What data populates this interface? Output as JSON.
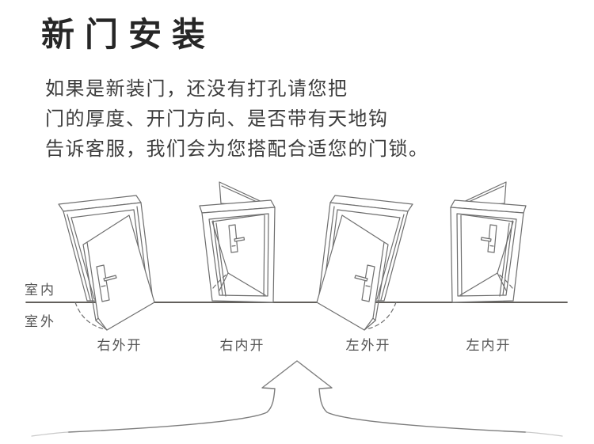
{
  "title": "新门安装",
  "description": [
    "如果是新装门，还没有打孔请您把",
    "门的厚度、开门方向、是否带有天地钩",
    "告诉客服，我们会为您搭配合适您的门锁。"
  ],
  "ground": {
    "indoor": "室内",
    "outdoor": "室外"
  },
  "doors": [
    {
      "label": "右外开",
      "type": "right-outward-opening"
    },
    {
      "label": "右内开",
      "type": "right-inward-opening"
    },
    {
      "label": "左外开",
      "type": "left-outward-opening"
    },
    {
      "label": "左内开",
      "type": "left-inward-opening"
    }
  ],
  "colors": {
    "background": "#ffffff",
    "drawing_line": "#6e6e6e",
    "ground_line": "#4d4a45",
    "title_text": "#262626",
    "body_text": "#3d3d3d",
    "label_text": "#555555"
  }
}
